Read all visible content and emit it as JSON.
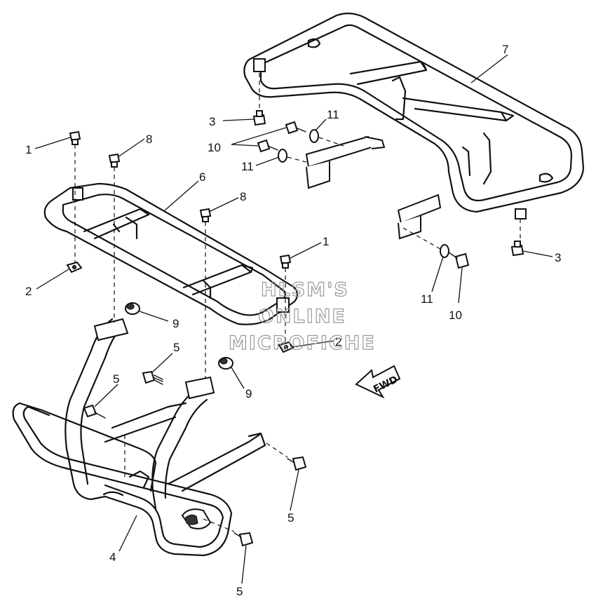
{
  "callouts": [
    {
      "id": "c1a",
      "text": "1"
    },
    {
      "id": "c8a",
      "text": "8"
    },
    {
      "id": "c6",
      "text": "6"
    },
    {
      "id": "c8b",
      "text": "8"
    },
    {
      "id": "c2a",
      "text": "2"
    },
    {
      "id": "c1b",
      "text": "1"
    },
    {
      "id": "c2b",
      "text": "2"
    },
    {
      "id": "c9a",
      "text": "9"
    },
    {
      "id": "c9b",
      "text": "9"
    },
    {
      "id": "c5a",
      "text": "5"
    },
    {
      "id": "c5b",
      "text": "5"
    },
    {
      "id": "c5c",
      "text": "5"
    },
    {
      "id": "c5d",
      "text": "5"
    },
    {
      "id": "c4",
      "text": "4"
    },
    {
      "id": "c3a",
      "text": "3"
    },
    {
      "id": "c10a",
      "text": "10"
    },
    {
      "id": "c11a",
      "text": "11"
    },
    {
      "id": "c11b",
      "text": "11"
    },
    {
      "id": "c7",
      "text": "7"
    },
    {
      "id": "c3b",
      "text": "3"
    },
    {
      "id": "c11c",
      "text": "11"
    },
    {
      "id": "c10b",
      "text": "10"
    }
  ],
  "watermark": {
    "line1": "HLSM'S",
    "line2": "ONLINE",
    "line3": "MICROFICHE"
  },
  "fwd_label": "FWD",
  "colors": {
    "ink": "#111111",
    "watermark": "#999999",
    "background": "#ffffff"
  }
}
